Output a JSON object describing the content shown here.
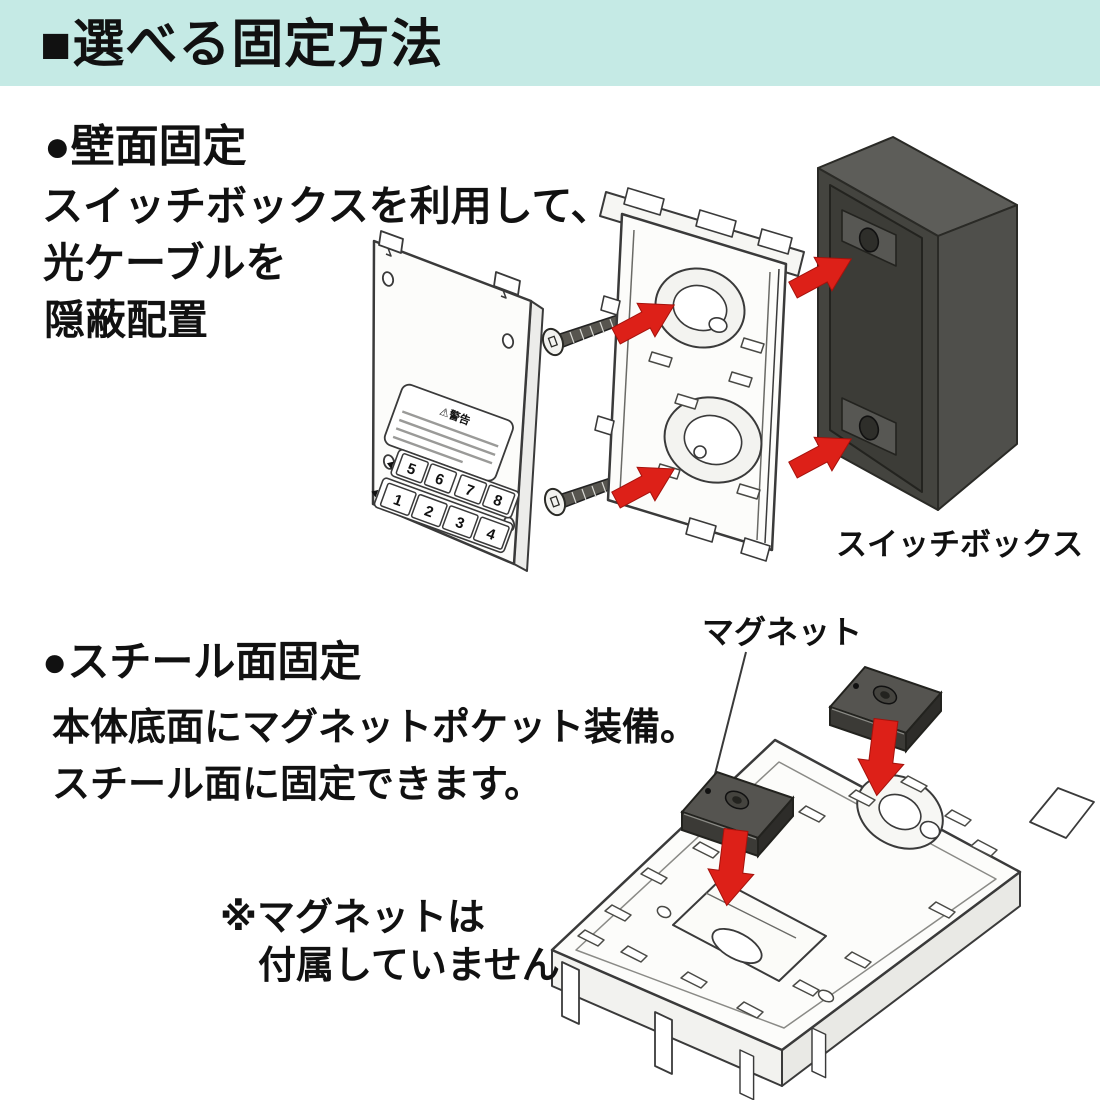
{
  "header": {
    "title": "■選べる固定方法"
  },
  "wall_section": {
    "heading": "●壁面固定",
    "lines": [
      "スイッチボックスを利用して、",
      "光ケーブルを",
      "隠蔽配置"
    ],
    "caption": "スイッチボックス"
  },
  "steel_section": {
    "heading": "●スチール面固定",
    "lines": [
      "本体底面にマグネットポケット装備。",
      "スチール面に固定できます。"
    ],
    "magnet_label": "マグネット",
    "note_lines": [
      "※マグネットは",
      "付属していません"
    ]
  },
  "cover_panel": {
    "warning_title": "⚠警告",
    "port_numbers_top": [
      "5",
      "6",
      "7",
      "8"
    ],
    "port_numbers_bottom": [
      "1",
      "2",
      "3",
      "4"
    ]
  },
  "colors": {
    "header_bg": "#c5eae5",
    "arrow_red": "#dd2018",
    "box_gray": "#4f4f4b"
  }
}
